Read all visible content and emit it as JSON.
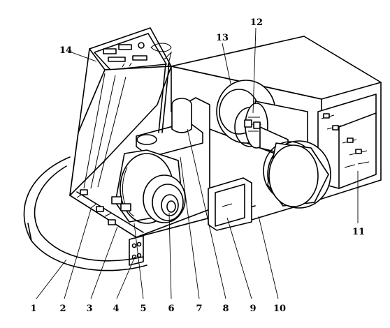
{
  "callouts": [
    {
      "id": "1",
      "text": "1"
    },
    {
      "id": "2",
      "text": "2"
    },
    {
      "id": "3",
      "text": "3"
    },
    {
      "id": "4",
      "text": "4"
    },
    {
      "id": "5",
      "text": "5"
    },
    {
      "id": "6",
      "text": "6"
    },
    {
      "id": "7",
      "text": "7"
    },
    {
      "id": "8",
      "text": "8"
    },
    {
      "id": "9",
      "text": "9"
    },
    {
      "id": "10",
      "text": "10"
    },
    {
      "id": "11",
      "text": "11"
    },
    {
      "id": "12",
      "text": "12"
    },
    {
      "id": "13",
      "text": "13"
    },
    {
      "id": "14",
      "text": "14"
    }
  ]
}
